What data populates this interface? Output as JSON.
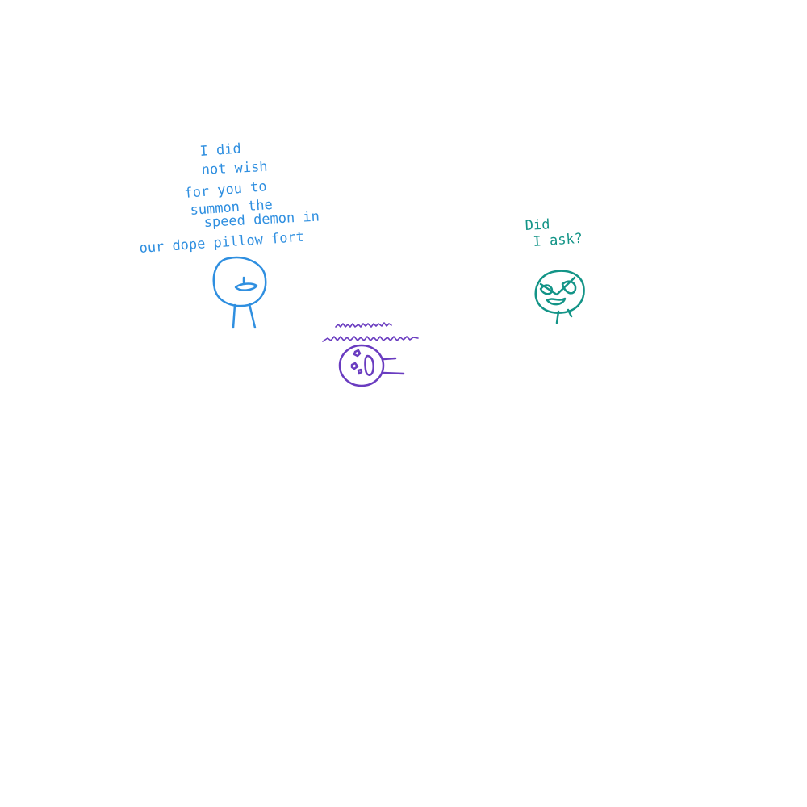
{
  "scene": {
    "colors": {
      "blue": "#2f8fe0",
      "purple": "#6a3cc0",
      "teal": "#139487",
      "background": "#ffffff"
    },
    "blue_character": {
      "speech_lines": [
        "I did",
        "not wish",
        "for you to",
        "summon the",
        "speed demon in",
        "our dope pillow fort"
      ]
    },
    "teal_character": {
      "speech_lines": [
        "Did",
        "I ask?"
      ]
    },
    "purple_character": {
      "speech_scribble": "scribble-lines"
    }
  }
}
